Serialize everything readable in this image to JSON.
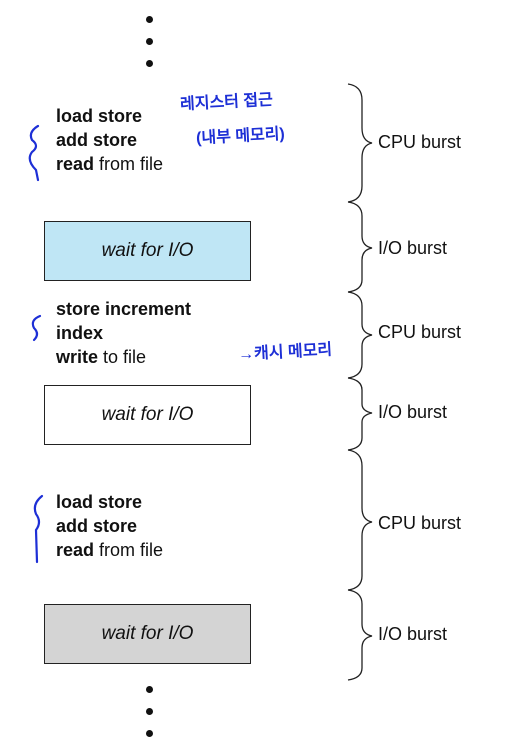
{
  "segments": [
    {
      "type": "cpu",
      "lines": [
        {
          "bold": "load store",
          "rest": ""
        },
        {
          "bold": "add store",
          "rest": ""
        },
        {
          "bold": "read",
          "rest": " from file"
        }
      ],
      "label": "CPU burst"
    },
    {
      "type": "io",
      "box_text": "wait for I/O",
      "box_color": "#bfe6f5",
      "label": "I/O burst"
    },
    {
      "type": "cpu",
      "lines": [
        {
          "bold": "store increment",
          "rest": ""
        },
        {
          "bold": "index",
          "rest": ""
        },
        {
          "bold": "write",
          "rest": " to file"
        }
      ],
      "label": "CPU burst"
    },
    {
      "type": "io",
      "box_text": "wait for I/O",
      "box_color": "#ffffff",
      "label": "I/O burst"
    },
    {
      "type": "cpu",
      "lines": [
        {
          "bold": "load store",
          "rest": ""
        },
        {
          "bold": "add store",
          "rest": ""
        },
        {
          "bold": "read",
          "rest": " from file"
        }
      ],
      "label": "CPU burst"
    },
    {
      "type": "io",
      "box_text": "wait for I/O",
      "box_color": "#d4d4d4",
      "label": "I/O burst"
    }
  ],
  "annotations": {
    "note1_line1": "레지스터 접근",
    "note1_line2": "(내부 메모리)",
    "note2": "→캐시 메모리"
  },
  "colors": {
    "annotation_ink": "#1d2fd6"
  }
}
